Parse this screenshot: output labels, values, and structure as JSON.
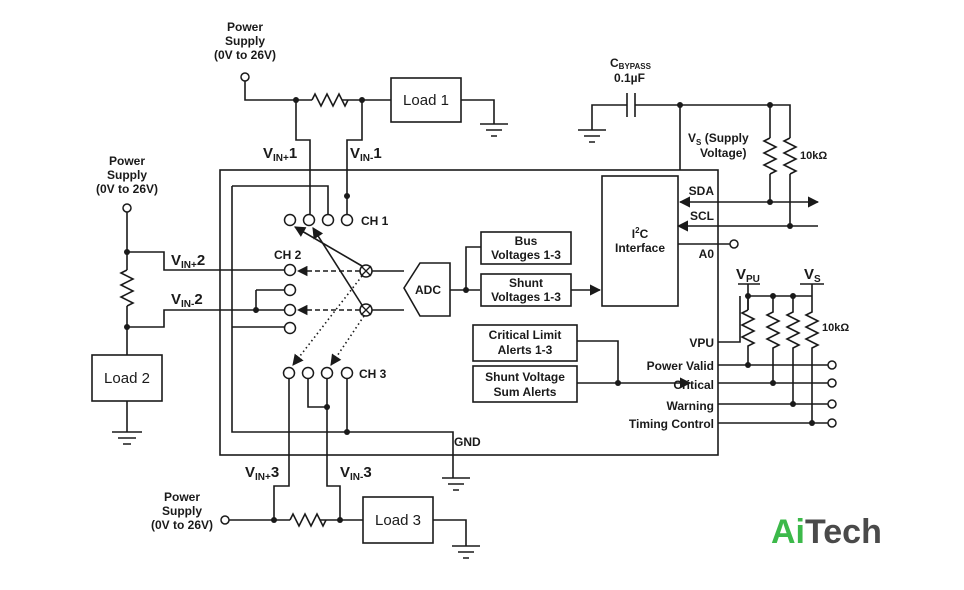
{
  "power_supply_1": {
    "line1": "Power",
    "line2": "Supply",
    "line3": "(0V to 26V)"
  },
  "power_supply_2": {
    "line1": "Power",
    "line2": "Supply",
    "line3": "(0V to 26V)"
  },
  "power_supply_3": {
    "line1": "Power",
    "line2": "Supply",
    "line3": "(0V to 26V)"
  },
  "loads": {
    "load1": "Load 1",
    "load2": "Load 2",
    "load3": "Load 3"
  },
  "inputs": {
    "vin_plus": "V",
    "in_plus_sub": "IN+",
    "vin_minus": "V",
    "in_minus_sub": "IN-",
    "n1": "1",
    "n2": "2",
    "n3": "3"
  },
  "channels": {
    "ch1": "CH 1",
    "ch2": "CH 2",
    "ch3": "CH 3"
  },
  "adc": "ADC",
  "blocks": {
    "bus_voltages": {
      "line1": "Bus",
      "line2": "Voltages 1-3"
    },
    "shunt_voltages": {
      "line1": "Shunt",
      "line2": "Voltages 1-3"
    },
    "critical_limit": {
      "line1": "Critical Limit",
      "line2": "Alerts 1-3"
    },
    "shunt_sum": {
      "line1": "Shunt Voltage",
      "line2": "Sum Alerts"
    },
    "i2c": {
      "i": "I",
      "sup": "2",
      "c": "C",
      "line2": "Interface"
    }
  },
  "cap": {
    "c": "C",
    "sub": "BYPASS",
    "value": "0.1µF"
  },
  "vs_supply": {
    "v": "V",
    "sub": "S",
    "rest": " (Supply",
    "line2": "Voltage)"
  },
  "pins": {
    "sda": "SDA",
    "scl": "SCL",
    "a0": "A0",
    "vpu": "VPU",
    "gnd": "GND",
    "power_valid": "Power Valid",
    "critical": "Critical",
    "warning": "Warning",
    "timing_control": "Timing Control"
  },
  "rails": {
    "vpu_v": "V",
    "vpu_sub": "PU",
    "vs_v": "V",
    "vs_sub": "S"
  },
  "resistors": {
    "r1": "10kΩ",
    "r2": "10kΩ"
  },
  "logo": {
    "text_a": "Ai",
    "text_b": "Tech",
    "color_a": "#3cb94a",
    "color_b": "#4a4a4a"
  }
}
